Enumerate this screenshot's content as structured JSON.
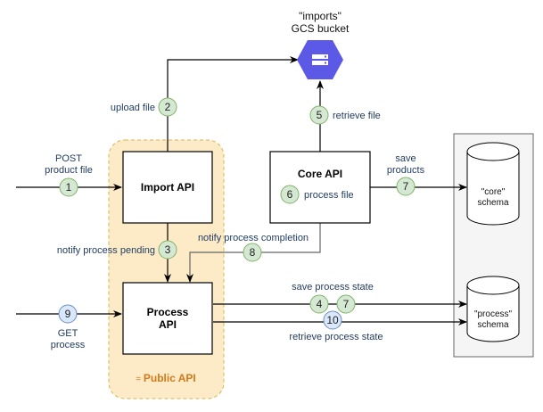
{
  "bucket": {
    "line1": "\"imports\"",
    "line2": "GCS  bucket",
    "icon": "gcs-bucket-icon"
  },
  "public_api_group": {
    "label_prefix": "= ",
    "label": "Public API",
    "color": "#fdebc8",
    "label_color": "#d07a1a"
  },
  "boxes": {
    "import_api": "Import API",
    "core_api": "Core API",
    "process_api_line1": "Process",
    "process_api_line2": "API"
  },
  "databases": {
    "core_line1": "\"core\"",
    "core_line2": "schema",
    "process_line1": "\"process\"",
    "process_line2": "schema"
  },
  "steps": [
    {
      "n": "1",
      "label1": "POST",
      "label2": "product file",
      "color": "green"
    },
    {
      "n": "2",
      "label1": "upload file",
      "color": "green"
    },
    {
      "n": "3",
      "label1": "notify process pending",
      "color": "green"
    },
    {
      "n": "4",
      "label1": "save process state",
      "color": "green"
    },
    {
      "n": "5",
      "label1": "retrieve file",
      "color": "green"
    },
    {
      "n": "6",
      "label1": "process file",
      "color": "green"
    },
    {
      "n": "7",
      "label1": "save",
      "label2": "products",
      "color": "green"
    },
    {
      "n": "8",
      "label1": "notify process completion",
      "color": "green"
    },
    {
      "n": "7",
      "label1": "save process state",
      "color": "green"
    },
    {
      "n": "9",
      "label1": "GET",
      "label2": "process",
      "color": "blue"
    },
    {
      "n": "10",
      "label1": "retrieve process state",
      "color": "blue"
    }
  ],
  "colors": {
    "badge_green_fill": "#d5e8d4",
    "badge_green_stroke": "#82b366",
    "badge_blue_fill": "#dae8fc",
    "badge_blue_stroke": "#6c8ebf",
    "gcs_hex": "#5c59e6",
    "db_panel": "#f5f5f5"
  }
}
